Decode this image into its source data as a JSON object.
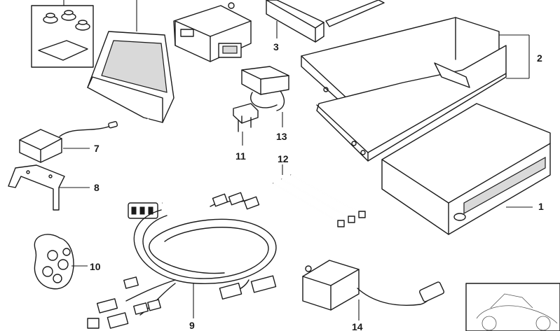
{
  "callouts": {
    "c1": "1",
    "c2": "2",
    "c3": "3",
    "c7": "7",
    "c8": "8",
    "c9": "9",
    "c10": "10",
    "c11": "11",
    "c12": "12",
    "c13": "13",
    "c14": "14"
  }
}
